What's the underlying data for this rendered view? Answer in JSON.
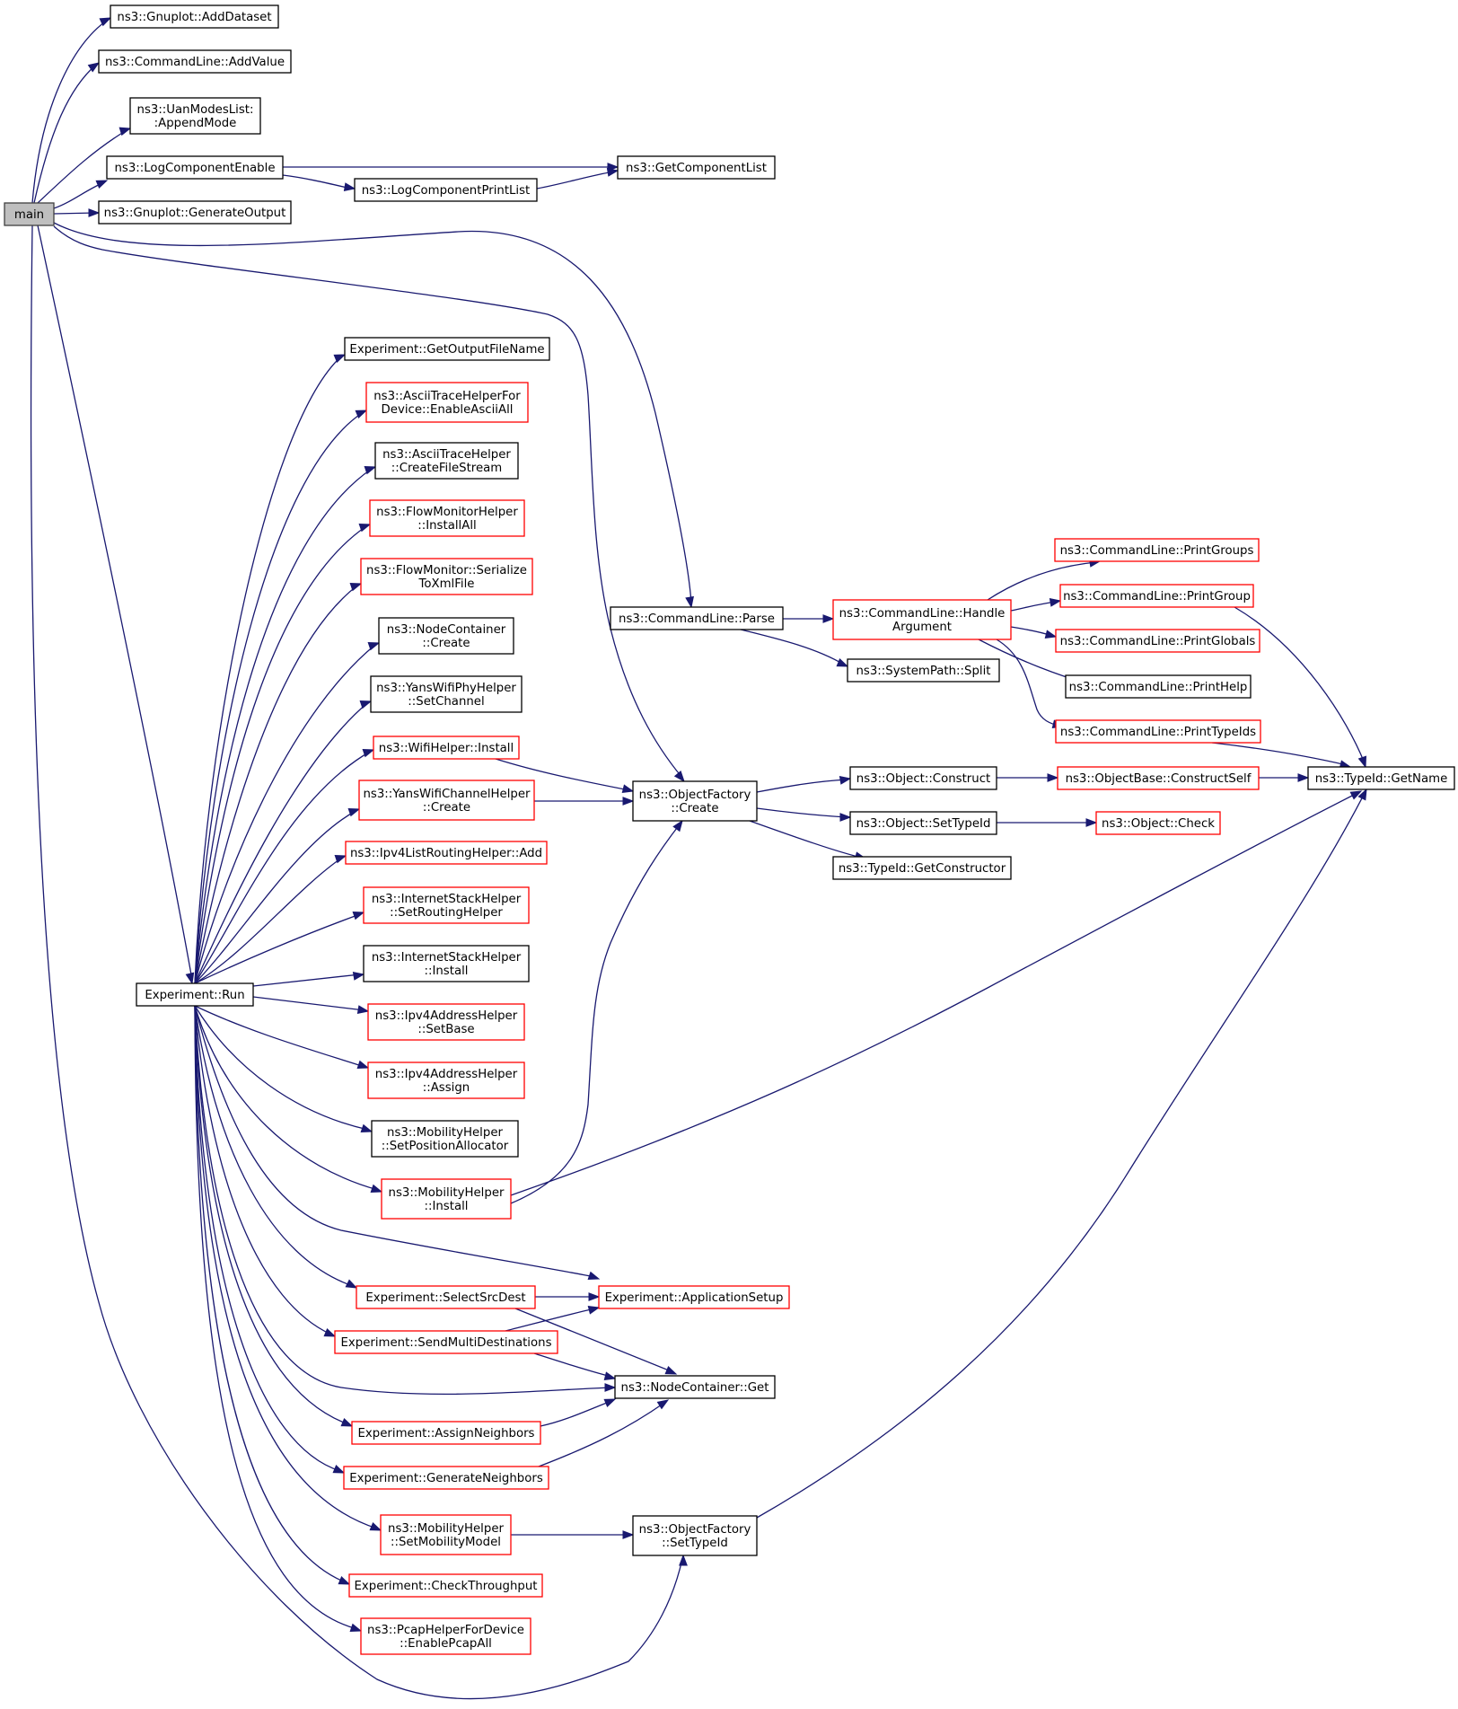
{
  "colors": {
    "edge": "#191970",
    "normal_border": "#000000",
    "incomplete_border": "#ff0000",
    "root_fill": "#bfbfbf",
    "node_fill": "#ffffff"
  },
  "nodes": {
    "main": {
      "lines": [
        "main"
      ],
      "style": "root"
    },
    "addDataset": {
      "lines": [
        "ns3::Gnuplot::AddDataset"
      ],
      "style": "normal"
    },
    "addValue": {
      "lines": [
        "ns3::CommandLine::AddValue"
      ],
      "style": "normal"
    },
    "appendMode": {
      "lines": [
        "ns3::UanModesList:",
        ":AppendMode"
      ],
      "style": "normal"
    },
    "logComponentEnable": {
      "lines": [
        "ns3::LogComponentEnable"
      ],
      "style": "normal"
    },
    "logComponentPrintList": {
      "lines": [
        "ns3::LogComponentPrintList"
      ],
      "style": "normal"
    },
    "getComponentList": {
      "lines": [
        "ns3::GetComponentList"
      ],
      "style": "normal"
    },
    "generateOutput": {
      "lines": [
        "ns3::Gnuplot::GenerateOutput"
      ],
      "style": "normal"
    },
    "expRun": {
      "lines": [
        "Experiment::Run"
      ],
      "style": "normal"
    },
    "getOutputFileName": {
      "lines": [
        "Experiment::GetOutputFileName"
      ],
      "style": "normal"
    },
    "enableAsciiAll": {
      "lines": [
        "ns3::AsciiTraceHelperFor",
        "Device::EnableAsciiAll"
      ],
      "style": "red"
    },
    "createFileStream": {
      "lines": [
        "ns3::AsciiTraceHelper",
        "::CreateFileStream"
      ],
      "style": "normal"
    },
    "installAll": {
      "lines": [
        "ns3::FlowMonitorHelper",
        "::InstallAll"
      ],
      "style": "red"
    },
    "serializeToXml": {
      "lines": [
        "ns3::FlowMonitor::Serialize",
        "ToXmlFile"
      ],
      "style": "red"
    },
    "nodeContainerCreate": {
      "lines": [
        "ns3::NodeContainer",
        "::Create"
      ],
      "style": "normal"
    },
    "setChannel": {
      "lines": [
        "ns3::YansWifiPhyHelper",
        "::SetChannel"
      ],
      "style": "normal"
    },
    "wifiInstall": {
      "lines": [
        "ns3::WifiHelper::Install"
      ],
      "style": "red"
    },
    "yansChannelCreate": {
      "lines": [
        "ns3::YansWifiChannelHelper",
        "::Create"
      ],
      "style": "red"
    },
    "ipv4ListAdd": {
      "lines": [
        "ns3::Ipv4ListRoutingHelper::Add"
      ],
      "style": "red"
    },
    "setRoutingHelper": {
      "lines": [
        "ns3::InternetStackHelper",
        "::SetRoutingHelper"
      ],
      "style": "red"
    },
    "internetInstall": {
      "lines": [
        "ns3::InternetStackHelper",
        "::Install"
      ],
      "style": "normal"
    },
    "setBase": {
      "lines": [
        "ns3::Ipv4AddressHelper",
        "::SetBase"
      ],
      "style": "red"
    },
    "assign": {
      "lines": [
        "ns3::Ipv4AddressHelper",
        "::Assign"
      ],
      "style": "red"
    },
    "setPositionAllocator": {
      "lines": [
        "ns3::MobilityHelper",
        "::SetPositionAllocator"
      ],
      "style": "normal"
    },
    "mobilityInstall": {
      "lines": [
        "ns3::MobilityHelper",
        "::Install"
      ],
      "style": "red"
    },
    "selectSrcDest": {
      "lines": [
        "Experiment::SelectSrcDest"
      ],
      "style": "red"
    },
    "applicationSetup": {
      "lines": [
        "Experiment::ApplicationSetup"
      ],
      "style": "red"
    },
    "sendMulti": {
      "lines": [
        "Experiment::SendMultiDestinations"
      ],
      "style": "red"
    },
    "nodeContainerGet": {
      "lines": [
        "ns3::NodeContainer::Get"
      ],
      "style": "normal"
    },
    "assignNeighbors": {
      "lines": [
        "Experiment::AssignNeighbors"
      ],
      "style": "red"
    },
    "generateNeighbors": {
      "lines": [
        "Experiment::GenerateNeighbors"
      ],
      "style": "red"
    },
    "setMobilityModel": {
      "lines": [
        "ns3::MobilityHelper",
        "::SetMobilityModel"
      ],
      "style": "red"
    },
    "checkThroughput": {
      "lines": [
        "Experiment::CheckThroughput"
      ],
      "style": "red"
    },
    "enablePcapAll": {
      "lines": [
        "ns3::PcapHelperForDevice",
        "::EnablePcapAll"
      ],
      "style": "red"
    },
    "cmdParse": {
      "lines": [
        "ns3::CommandLine::Parse"
      ],
      "style": "normal"
    },
    "handleArgument": {
      "lines": [
        "ns3::CommandLine::Handle",
        "Argument"
      ],
      "style": "red"
    },
    "systemSplit": {
      "lines": [
        "ns3::SystemPath::Split"
      ],
      "style": "normal"
    },
    "printGroups": {
      "lines": [
        "ns3::CommandLine::PrintGroups"
      ],
      "style": "red"
    },
    "printGroup": {
      "lines": [
        "ns3::CommandLine::PrintGroup"
      ],
      "style": "red"
    },
    "printGlobals": {
      "lines": [
        "ns3::CommandLine::PrintGlobals"
      ],
      "style": "red"
    },
    "printHelp": {
      "lines": [
        "ns3::CommandLine::PrintHelp"
      ],
      "style": "normal"
    },
    "printTypeIds": {
      "lines": [
        "ns3::CommandLine::PrintTypeIds"
      ],
      "style": "red"
    },
    "objectFactoryCreate": {
      "lines": [
        "ns3::ObjectFactory",
        "::Create"
      ],
      "style": "normal"
    },
    "objectConstruct": {
      "lines": [
        "ns3::Object::Construct"
      ],
      "style": "normal"
    },
    "objectSetTypeId": {
      "lines": [
        "ns3::Object::SetTypeId"
      ],
      "style": "normal"
    },
    "getConstructor": {
      "lines": [
        "ns3::TypeId::GetConstructor"
      ],
      "style": "normal"
    },
    "constructSelf": {
      "lines": [
        "ns3::ObjectBase::ConstructSelf"
      ],
      "style": "red"
    },
    "objectCheck": {
      "lines": [
        "ns3::Object::Check"
      ],
      "style": "red"
    },
    "typeIdGetName": {
      "lines": [
        "ns3::TypeId::GetName"
      ],
      "style": "normal"
    },
    "objectFactorySetTypeId": {
      "lines": [
        "ns3::ObjectFactory",
        "::SetTypeId"
      ],
      "style": "normal"
    }
  },
  "edges": [
    [
      "main",
      "addDataset"
    ],
    [
      "main",
      "addValue"
    ],
    [
      "main",
      "appendMode"
    ],
    [
      "main",
      "logComponentEnable"
    ],
    [
      "main",
      "generateOutput"
    ],
    [
      "main",
      "cmdParse"
    ],
    [
      "main",
      "objectFactoryCreate"
    ],
    [
      "main",
      "expRun"
    ],
    [
      "main",
      "objectFactorySetTypeId"
    ],
    [
      "logComponentEnable",
      "getComponentList"
    ],
    [
      "logComponentEnable",
      "logComponentPrintList"
    ],
    [
      "logComponentPrintList",
      "getComponentList"
    ],
    [
      "expRun",
      "getOutputFileName"
    ],
    [
      "expRun",
      "enableAsciiAll"
    ],
    [
      "expRun",
      "createFileStream"
    ],
    [
      "expRun",
      "installAll"
    ],
    [
      "expRun",
      "serializeToXml"
    ],
    [
      "expRun",
      "nodeContainerCreate"
    ],
    [
      "expRun",
      "setChannel"
    ],
    [
      "expRun",
      "wifiInstall"
    ],
    [
      "expRun",
      "yansChannelCreate"
    ],
    [
      "expRun",
      "ipv4ListAdd"
    ],
    [
      "expRun",
      "setRoutingHelper"
    ],
    [
      "expRun",
      "internetInstall"
    ],
    [
      "expRun",
      "setBase"
    ],
    [
      "expRun",
      "assign"
    ],
    [
      "expRun",
      "setPositionAllocator"
    ],
    [
      "expRun",
      "mobilityInstall"
    ],
    [
      "expRun",
      "applicationSetup"
    ],
    [
      "expRun",
      "selectSrcDest"
    ],
    [
      "expRun",
      "sendMulti"
    ],
    [
      "expRun",
      "nodeContainerGet"
    ],
    [
      "expRun",
      "assignNeighbors"
    ],
    [
      "expRun",
      "generateNeighbors"
    ],
    [
      "expRun",
      "setMobilityModel"
    ],
    [
      "expRun",
      "checkThroughput"
    ],
    [
      "expRun",
      "enablePcapAll"
    ],
    [
      "wifiInstall",
      "objectFactoryCreate"
    ],
    [
      "yansChannelCreate",
      "objectFactoryCreate"
    ],
    [
      "mobilityInstall",
      "objectFactoryCreate"
    ],
    [
      "mobilityInstall",
      "typeIdGetName"
    ],
    [
      "selectSrcDest",
      "applicationSetup"
    ],
    [
      "selectSrcDest",
      "nodeContainerGet"
    ],
    [
      "sendMulti",
      "applicationSetup"
    ],
    [
      "sendMulti",
      "nodeContainerGet"
    ],
    [
      "assignNeighbors",
      "nodeContainerGet"
    ],
    [
      "generateNeighbors",
      "nodeContainerGet"
    ],
    [
      "setMobilityModel",
      "objectFactorySetTypeId"
    ],
    [
      "cmdParse",
      "handleArgument"
    ],
    [
      "cmdParse",
      "systemSplit"
    ],
    [
      "handleArgument",
      "printGroups"
    ],
    [
      "handleArgument",
      "printGroup"
    ],
    [
      "handleArgument",
      "printGlobals"
    ],
    [
      "handleArgument",
      "printHelp"
    ],
    [
      "handleArgument",
      "printTypeIds"
    ],
    [
      "printGroup",
      "typeIdGetName"
    ],
    [
      "printTypeIds",
      "typeIdGetName"
    ],
    [
      "objectFactoryCreate",
      "objectConstruct"
    ],
    [
      "objectFactoryCreate",
      "objectSetTypeId"
    ],
    [
      "objectFactoryCreate",
      "getConstructor"
    ],
    [
      "objectConstruct",
      "constructSelf"
    ],
    [
      "constructSelf",
      "typeIdGetName"
    ],
    [
      "objectSetTypeId",
      "objectCheck"
    ],
    [
      "objectFactorySetTypeId",
      "typeIdGetName"
    ]
  ]
}
